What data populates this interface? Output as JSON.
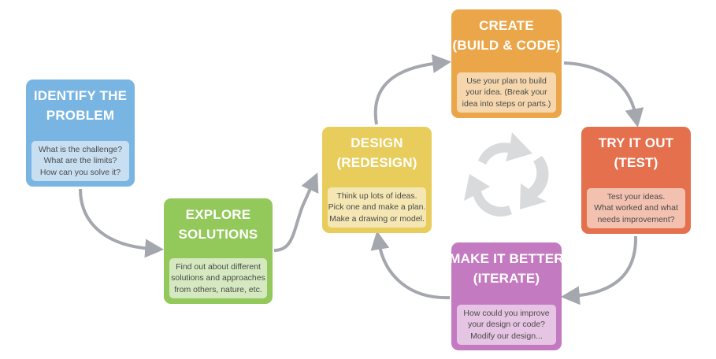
{
  "colors": {
    "identify": "#79b5e2",
    "identify_desc": "#c8dff2",
    "explore": "#93c85a",
    "explore_desc": "#d4e9bf",
    "design": "#e8cd5c",
    "design_desc": "#f5e7b3",
    "create": "#eaa648",
    "create_desc": "#f6d7ad",
    "try": "#e5704d",
    "try_desc": "#f3c1b0",
    "better": "#c47ac0",
    "better_desc": "#e6c4e3",
    "arrow": "#a4a7ae",
    "cycle": "#d9dadc"
  },
  "steps": {
    "identify": {
      "title": [
        "IDENTIFY THE",
        "PROBLEM"
      ],
      "desc": [
        "What is the challenge?",
        "What are the limits?",
        "How can you solve it?"
      ]
    },
    "explore": {
      "title": [
        "EXPLORE",
        "SOLUTIONS"
      ],
      "desc": [
        "Find out about different",
        "solutions and approaches",
        "from others, nature, etc."
      ]
    },
    "design": {
      "title": [
        "DESIGN",
        "(REDESIGN)"
      ],
      "desc": [
        "Think up lots of ideas.",
        "Pick one and make a plan.",
        "Make a drawing or model."
      ]
    },
    "create": {
      "title": [
        "CREATE",
        "(BUILD & CODE)"
      ],
      "desc": [
        "Use your plan to build",
        "your idea. (Break your",
        "idea into steps or parts.)"
      ]
    },
    "try": {
      "title": [
        "TRY IT OUT",
        "(TEST)"
      ],
      "desc": [
        "Test your ideas.",
        "What worked and what",
        "needs improvement?"
      ]
    },
    "better": {
      "title": [
        "MAKE IT BETTER",
        "(ITERATE)"
      ],
      "desc": [
        "How could you improve",
        "your design or code?",
        "Modify our design..."
      ]
    }
  },
  "icons": {
    "center": "refresh-cycle-icon"
  }
}
